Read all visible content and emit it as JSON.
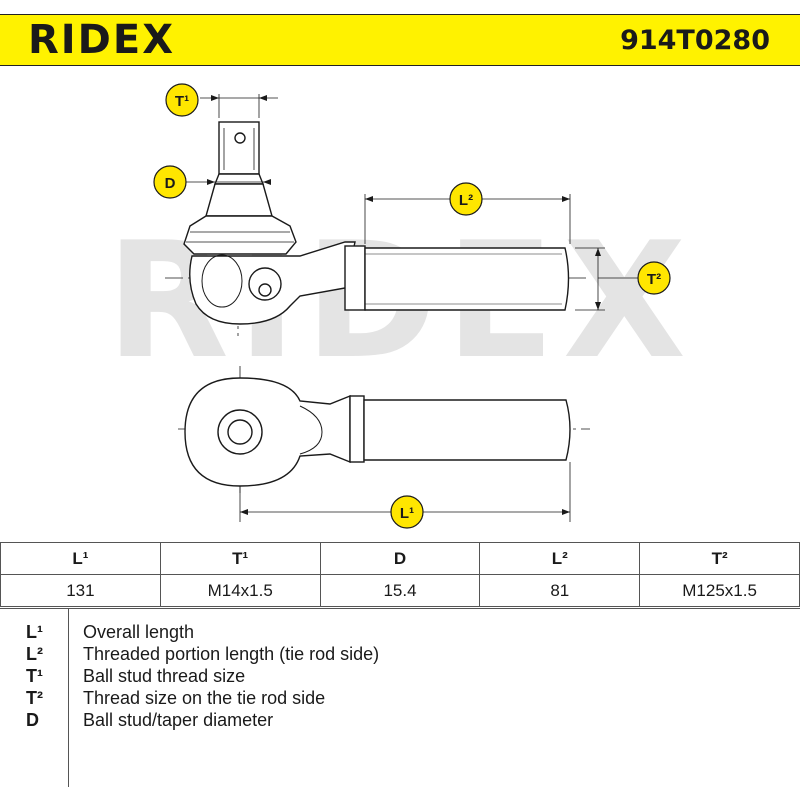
{
  "header": {
    "brand": "RIDEX",
    "part_number": "914T0280"
  },
  "watermark": "RIDEX",
  "callouts": {
    "t1": "T¹",
    "d": "D",
    "l2": "L²",
    "t2": "T²",
    "l1": "L¹"
  },
  "table": {
    "headers": [
      "L¹",
      "T¹",
      "D",
      "L²",
      "T²"
    ],
    "values": [
      "131",
      "M14x1.5",
      "15.4",
      "81",
      "M125x1.5"
    ]
  },
  "legend": [
    {
      "key": "L¹",
      "desc": "Overall length"
    },
    {
      "key": "L²",
      "desc": "Threaded portion length (tie rod side)"
    },
    {
      "key": "T¹",
      "desc": "Ball stud thread size"
    },
    {
      "key": "T²",
      "desc": "Thread size on the tie rod side"
    },
    {
      "key": "D",
      "desc": "Ball stud/taper diameter"
    }
  ],
  "colors": {
    "header_bg": "#fff200",
    "callout_bg": "#ffe600",
    "watermark": "#e4e4e4"
  }
}
